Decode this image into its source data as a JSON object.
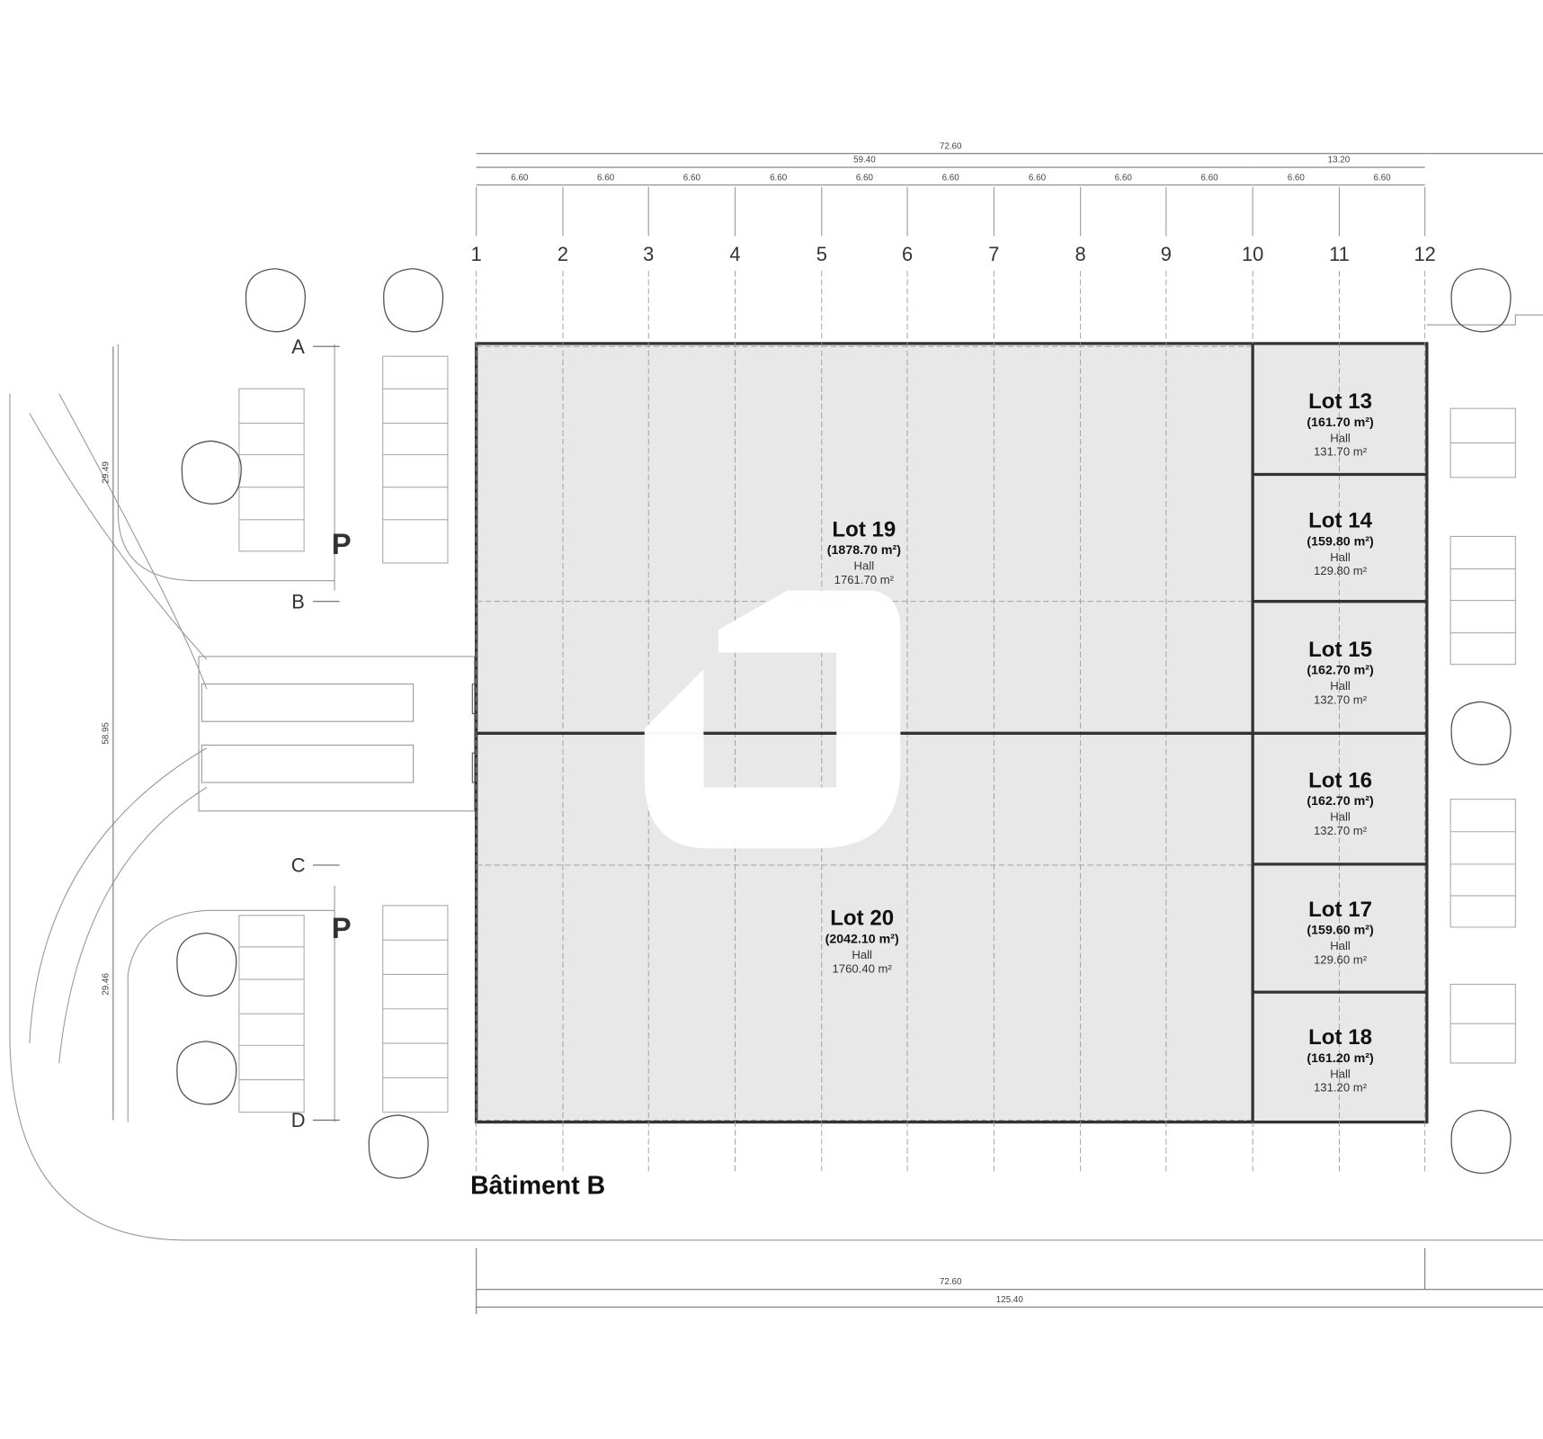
{
  "title": "Bâtiment B",
  "dimensions": {
    "top_total": "72.60",
    "top_main": "59.40",
    "top_right": "13.20",
    "bay": "6.60",
    "bottom_total": "72.60",
    "bottom_overall": "125.40",
    "left_upper": "29.49",
    "left_total": "58.95",
    "left_lower": "29.46"
  },
  "grid_columns": [
    "1",
    "2",
    "3",
    "4",
    "5",
    "6",
    "7",
    "8",
    "9",
    "10",
    "11",
    "12"
  ],
  "grid_rows": [
    "A",
    "B",
    "C",
    "D"
  ],
  "parking_label": "P",
  "lots": [
    {
      "name": "Lot 19",
      "total": "(1878.70 m²)",
      "hall_label": "Hall",
      "hall_area": "1761.70 m²"
    },
    {
      "name": "Lot 20",
      "total": "(2042.10 m²)",
      "hall_label": "Hall",
      "hall_area": "1760.40 m²"
    },
    {
      "name": "Lot 13",
      "total": "(161.70 m²)",
      "hall_label": "Hall",
      "hall_area": "131.70 m²"
    },
    {
      "name": "Lot 14",
      "total": "(159.80 m²)",
      "hall_label": "Hall",
      "hall_area": "129.80 m²"
    },
    {
      "name": "Lot 15",
      "total": "(162.70 m²)",
      "hall_label": "Hall",
      "hall_area": "132.70 m²"
    },
    {
      "name": "Lot 16",
      "total": "(162.70 m²)",
      "hall_label": "Hall",
      "hall_area": "132.70 m²"
    },
    {
      "name": "Lot 17",
      "total": "(159.60 m²)",
      "hall_label": "Hall",
      "hall_area": "129.60 m²"
    },
    {
      "name": "Lot 18",
      "total": "(161.20 m²)",
      "hall_label": "Hall",
      "hall_area": "131.20 m²"
    }
  ],
  "colors": {
    "floor": "#e8e8e8",
    "wall": "#333333",
    "line": "#888888"
  }
}
